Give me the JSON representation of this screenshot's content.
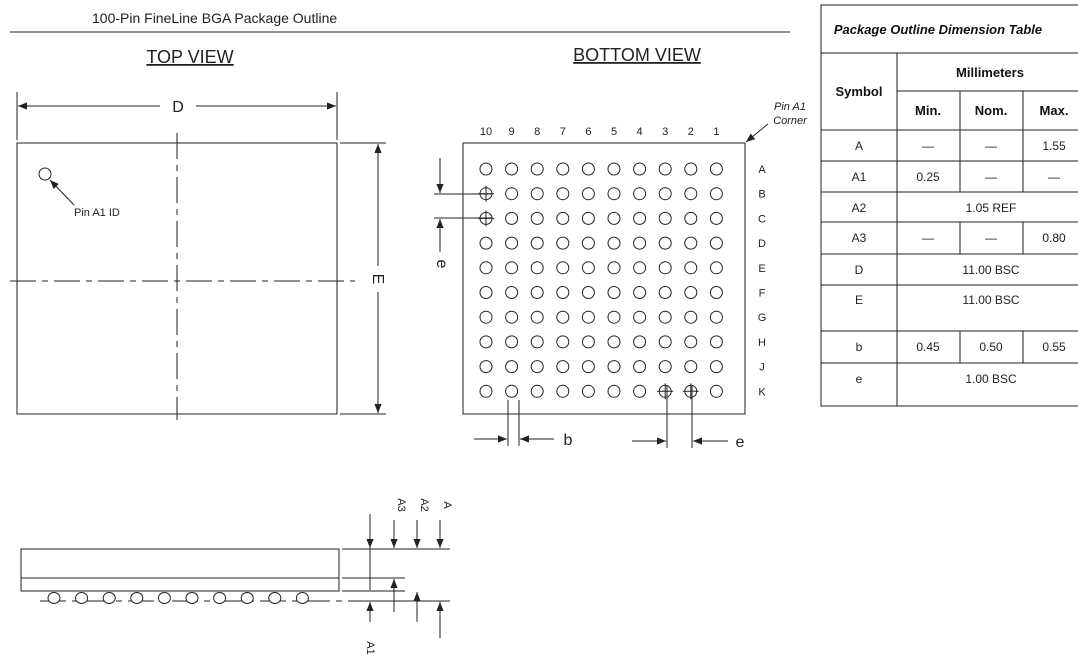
{
  "header": {
    "title": "100-Pin FineLine BGA Package Outline"
  },
  "views": {
    "top": "TOP VIEW",
    "bottom": "BOTTOM VIEW"
  },
  "top_view": {
    "dim_width": "D",
    "dim_height": "E",
    "pin_id_label": "Pin A1 ID"
  },
  "bottom_view": {
    "columns": [
      "10",
      "9",
      "8",
      "7",
      "6",
      "5",
      "4",
      "3",
      "2",
      "1"
    ],
    "rows": [
      "A",
      "B",
      "C",
      "D",
      "E",
      "F",
      "G",
      "H",
      "J",
      "K"
    ],
    "corner_label_line1": "Pin A1",
    "corner_label_line2": "Corner",
    "dim_pitch": "e",
    "dim_ball": "b"
  },
  "side_view": {
    "labels": {
      "a3": "A3",
      "a2": "A2",
      "a": "A",
      "a1": "A1"
    }
  },
  "table": {
    "title": "Package Outline Dimension Table",
    "symbol_header": "Symbol",
    "unit_header": "Millimeters",
    "sub_headers": [
      "Min.",
      "Nom.",
      "Max."
    ],
    "rows": [
      {
        "symbol": "A",
        "min": "—",
        "nom": "—",
        "max": "1.55"
      },
      {
        "symbol": "A1",
        "min": "0.25",
        "nom": "—",
        "max": "—"
      },
      {
        "symbol": "A2",
        "span": "1.05 REF"
      },
      {
        "symbol": "A3",
        "min": "—",
        "nom": "—",
        "max": "0.80"
      },
      {
        "symbol": "D",
        "span": "11.00 BSC"
      },
      {
        "symbol": "E",
        "span": "11.00 BSC"
      },
      {
        "symbol": "b",
        "min": "0.45",
        "nom": "0.50",
        "max": "0.55"
      },
      {
        "symbol": "e",
        "span": "1.00 BSC"
      }
    ]
  }
}
